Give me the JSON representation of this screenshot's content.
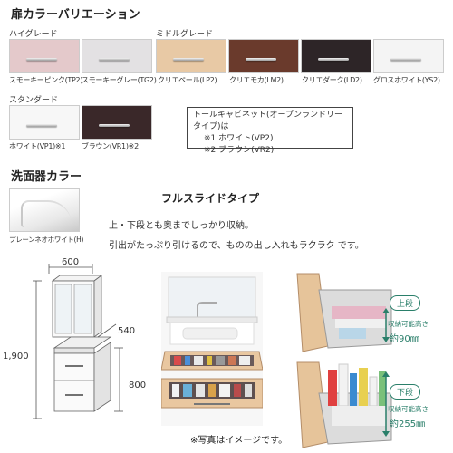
{
  "section_door": "扉カラーバリエーション",
  "grades": {
    "high": "ハイグレード",
    "middle": "ミドルグレード",
    "standard": "スタンダード"
  },
  "swatches": [
    {
      "label": "スモーキーピンク(TP2)",
      "color": "#e4c9cb"
    },
    {
      "label": "スモーキーグレー(TG2)",
      "color": "#e3e1e3"
    },
    {
      "label": "クリエペール(LP2)",
      "color": "#e8c9a5"
    },
    {
      "label": "クリエモカ(LM2)",
      "color": "#6a3a2c"
    },
    {
      "label": "クリエダーク(LD2)",
      "color": "#2d2527"
    },
    {
      "label": "グロスホワイト(YS2)",
      "color": "#f4f4f4"
    },
    {
      "label": "ホワイト(VP1)※1",
      "color": "#f7f7f7"
    },
    {
      "label": "ブラウン(VR1)※2",
      "color": "#3a2829"
    }
  ],
  "note": {
    "line1": "トールキャビネット(オープンランドリータイプ)は",
    "line2": "※1 ホワイト(VP2)",
    "line3": "※2 ブラウン(VR2)"
  },
  "section_basin": "洗面器カラー",
  "basin_label": "プレーンネオホワイト(H)",
  "feature": {
    "title": "フルスライドタイプ",
    "line1": "上・下段とも奥までしっかり収納。",
    "line2": "引出がたっぷり引けるので、ものの出し入れもラクラク です。"
  },
  "dimensions": {
    "width": "600",
    "depth": "540",
    "height": "1,900",
    "counter": "800"
  },
  "upper": {
    "badge": "上段",
    "cap_label": "収納可能高さ",
    "cap_value": "約90㎜"
  },
  "lower": {
    "badge": "下段",
    "cap_label": "収納可能高さ",
    "cap_value": "約255㎜"
  },
  "caption": "※写真はイメージです。",
  "accent": "#2a7f6a"
}
